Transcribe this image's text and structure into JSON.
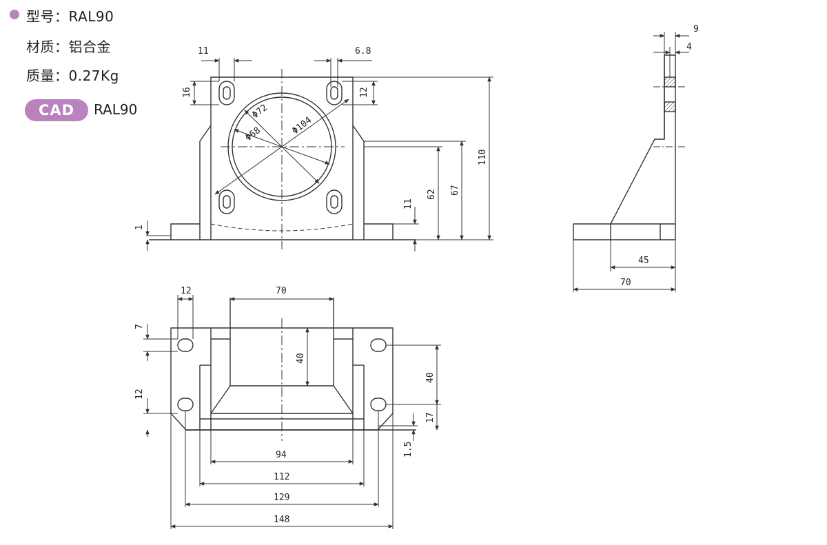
{
  "specs": {
    "model": "型号：RAL90",
    "material": "材质：铝合金",
    "weight": "质量：0.27Kg"
  },
  "cad": {
    "badge_label": "CAD",
    "model": "RAL90"
  },
  "colors": {
    "accent": "#b983bd",
    "line": "#333333"
  },
  "dimensions": {
    "front": {
      "slot_width": "11",
      "slot_offset": "6.8",
      "slot_height": "16",
      "slot_height_right": "12",
      "bore_d1": "Φ72",
      "bore_d2": "Φ68",
      "bolt_circle": "Φ104",
      "thickness": "1",
      "foot_height": "11",
      "center_height": "62",
      "top_to_base": "67",
      "total_height": "110"
    },
    "side": {
      "wall_top": "9",
      "wall_inner": "4",
      "leg_length": "45",
      "total_depth": "70"
    },
    "top": {
      "slot_offset": "12",
      "window_width": "70",
      "slot_height": "7",
      "window_depth": "40",
      "row_offset": "12",
      "hole_spacing": "40",
      "rear_offset": "17",
      "flange": "1.5",
      "width_94": "94",
      "width_112": "112",
      "width_129": "129",
      "width_148": "148"
    }
  }
}
